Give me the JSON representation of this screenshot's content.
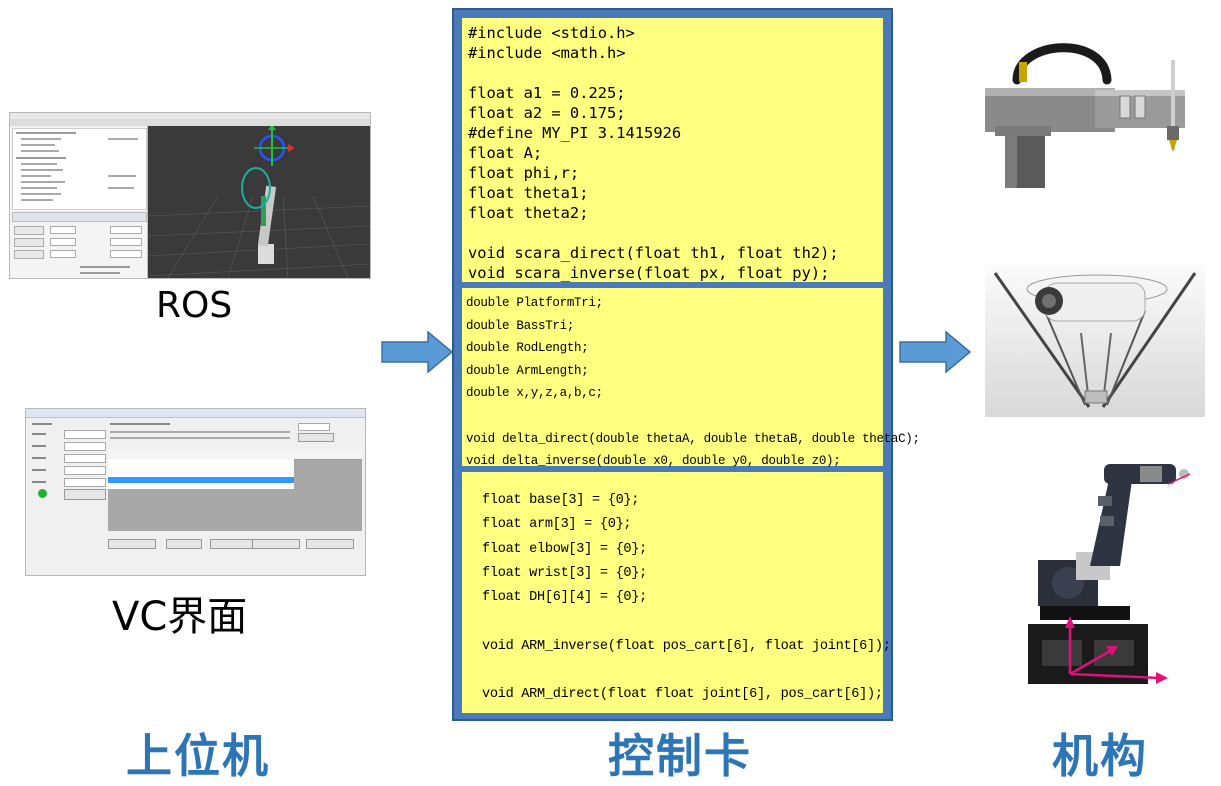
{
  "left": {
    "ros_caption": "ROS",
    "vc_caption": "VC界面",
    "section_label": "上位机"
  },
  "center": {
    "section_label": "控制卡",
    "code_blocks": [
      {
        "lines": [
          "#include <stdio.h>",
          "#include <math.h>",
          "",
          "float a1 = 0.225;",
          "float a2 = 0.175;",
          "#define MY_PI 3.1415926",
          "float A;",
          "float phi,r;",
          "float theta1;",
          "float theta2;",
          "",
          "void scara_direct(float th1, float th2);",
          "void scara_inverse(float px, float py);"
        ]
      },
      {
        "lines": [
          "double PlatformTri;",
          "double BassTri;",
          "double RodLength;",
          "double ArmLength;",
          "double x,y,z,a,b,c;",
          "",
          "void delta_direct(double thetaA, double thetaB, double thetaC);",
          "void delta_inverse(double x0, double y0, double z0);"
        ]
      },
      {
        "lines": [
          "float base[3] = {0};",
          "float arm[3] = {0};",
          "float elbow[3] = {0};",
          "float wrist[3] = {0};",
          "float DH[6][4] = {0};",
          "",
          "void ARM_inverse(float pos_cart[6], float joint[6]);",
          "",
          "void ARM_direct(float float joint[6], pos_cart[6]);"
        ]
      }
    ]
  },
  "right": {
    "section_label": "机构"
  },
  "colors": {
    "label_blue": "#2e75b6",
    "arrow_fill": "#5b9bd5",
    "arrow_stroke": "#3a6ea5",
    "card_border": "#4a7ab8",
    "code_bg": "#ffff80"
  }
}
